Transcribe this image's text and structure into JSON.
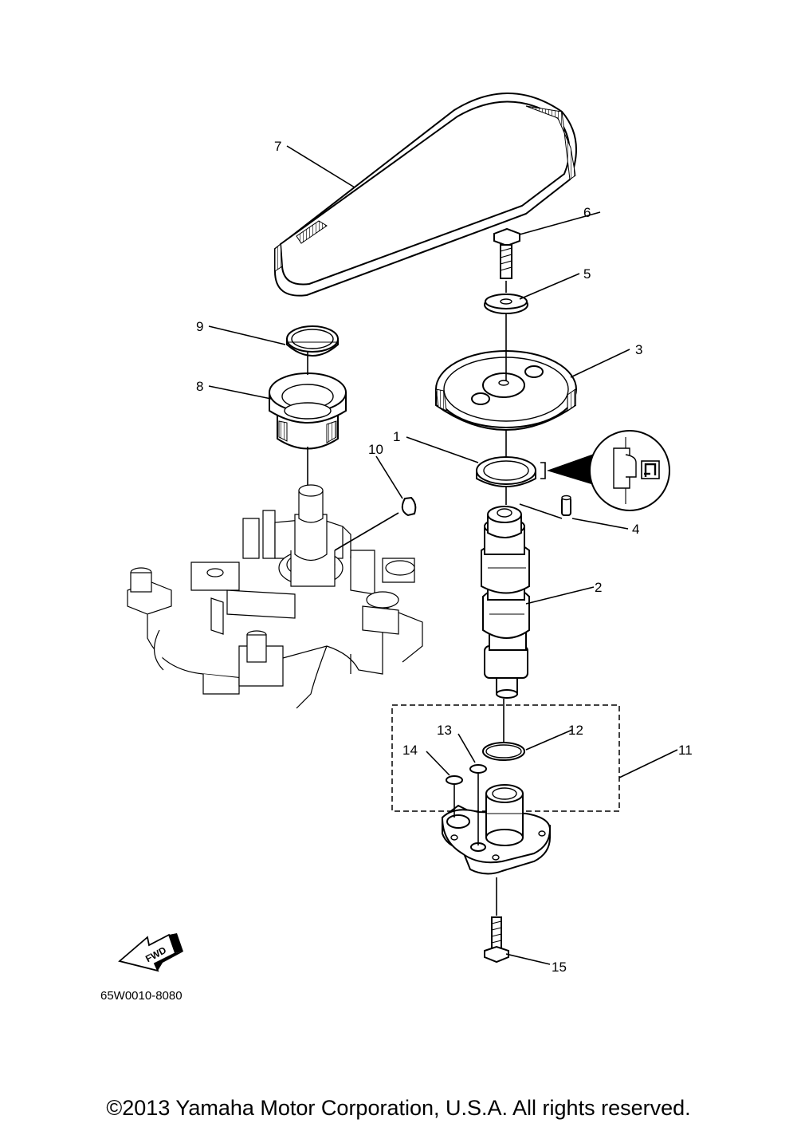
{
  "diagram_code": "65W0010-8080",
  "fwd_label": "FWD",
  "copyright": "©2013 Yamaha Motor Corporation, U.S.A. All rights reserved.",
  "callouts": [
    {
      "n": "1"
    },
    {
      "n": "2"
    },
    {
      "n": "3"
    },
    {
      "n": "4"
    },
    {
      "n": "5"
    },
    {
      "n": "6"
    },
    {
      "n": "7"
    },
    {
      "n": "8"
    },
    {
      "n": "9"
    },
    {
      "n": "10"
    },
    {
      "n": "11"
    },
    {
      "n": "12"
    },
    {
      "n": "13"
    },
    {
      "n": "14"
    },
    {
      "n": "15"
    }
  ]
}
